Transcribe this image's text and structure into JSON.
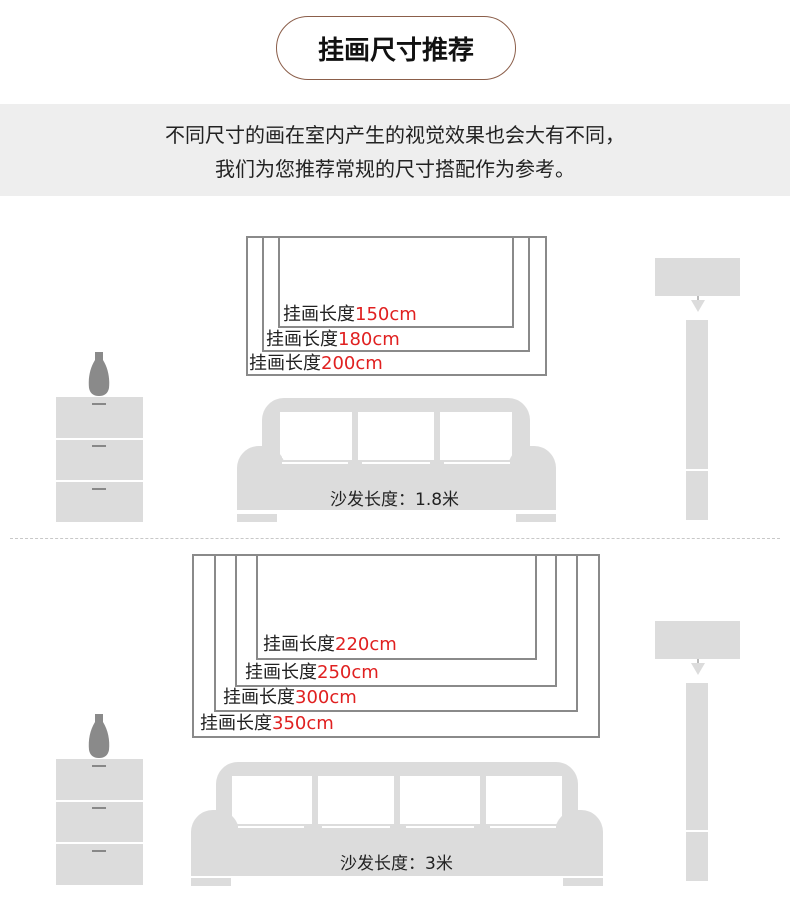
{
  "title": "挂画尺寸推荐",
  "intro": {
    "line1": "不同尺寸的画在室内产生的视觉效果也会大有不同，",
    "line2": "我们为您推荐常规的尺寸搭配作为参考。"
  },
  "label_prefix": "挂画长度",
  "scenes": [
    {
      "sofa_label": "沙发长度：1.8米",
      "frames": [
        {
          "length": "150cm"
        },
        {
          "length": "180cm"
        },
        {
          "length": "200cm"
        }
      ]
    },
    {
      "sofa_label": "沙发长度：3米",
      "frames": [
        {
          "length": "220cm"
        },
        {
          "length": "250cm"
        },
        {
          "length": "300cm"
        },
        {
          "length": "350cm"
        }
      ]
    }
  ],
  "colors": {
    "frame_stroke": "#8a8a8a",
    "furniture": "#dcdcdc",
    "length_text": "#e02020",
    "title_border": "#8b5e4a",
    "intro_bg": "#eeeeee"
  }
}
